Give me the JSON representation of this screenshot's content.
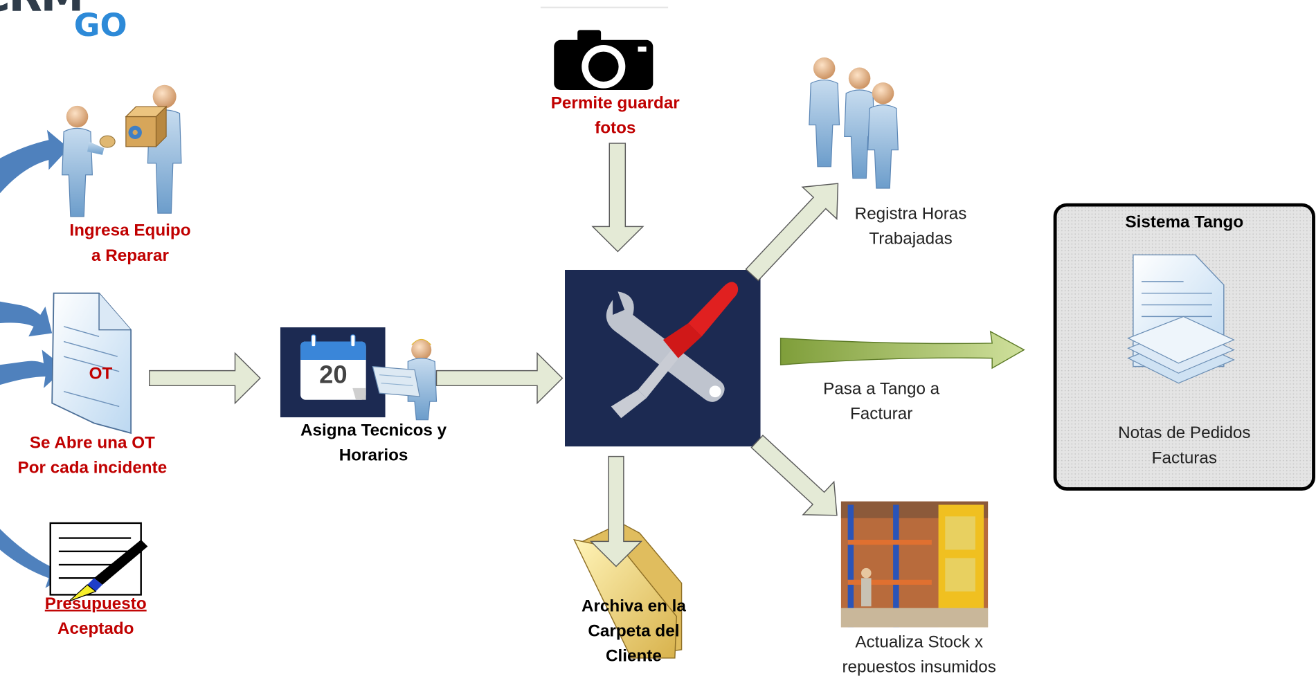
{
  "logo": {
    "top_text": "CRM",
    "bottom_text": "GO"
  },
  "nodes": {
    "ingresa": {
      "line1": "Ingresa Equipo",
      "line2": "a Reparar"
    },
    "ot_doc": {
      "label": "OT"
    },
    "ot": {
      "line1": "Se Abre una OT",
      "line2": "Por cada incidente"
    },
    "presupuesto": {
      "line1": "Presupuesto",
      "line2": "Aceptado"
    },
    "asigna": {
      "line1": "Asigna Tecnicos y",
      "line2": "Horarios",
      "calendar_day": "20"
    },
    "fotos": {
      "line1": "Permite guardar",
      "line2": "fotos"
    },
    "horas": {
      "line1": "Registra Horas",
      "line2": "Trabajadas"
    },
    "tango_edge": {
      "line1": "Pasa a Tango a",
      "line2": "Facturar"
    },
    "tango": {
      "title": "Sistema Tango",
      "line1": "Notas de Pedidos",
      "line2": "Facturas"
    },
    "archiva": {
      "line1": "Archiva en la",
      "line2": "Carpeta del",
      "line3": "Cliente"
    },
    "stock": {
      "line1": "Actualiza Stock x",
      "line2": "repuestos insumidos"
    }
  },
  "colors": {
    "label_red": "#c00000",
    "arrow_fill": "#e4ead6",
    "arrow_green": "#9bbb59",
    "tools_bg": "#1c2a52",
    "cycle_blue": "#4f81bd"
  }
}
